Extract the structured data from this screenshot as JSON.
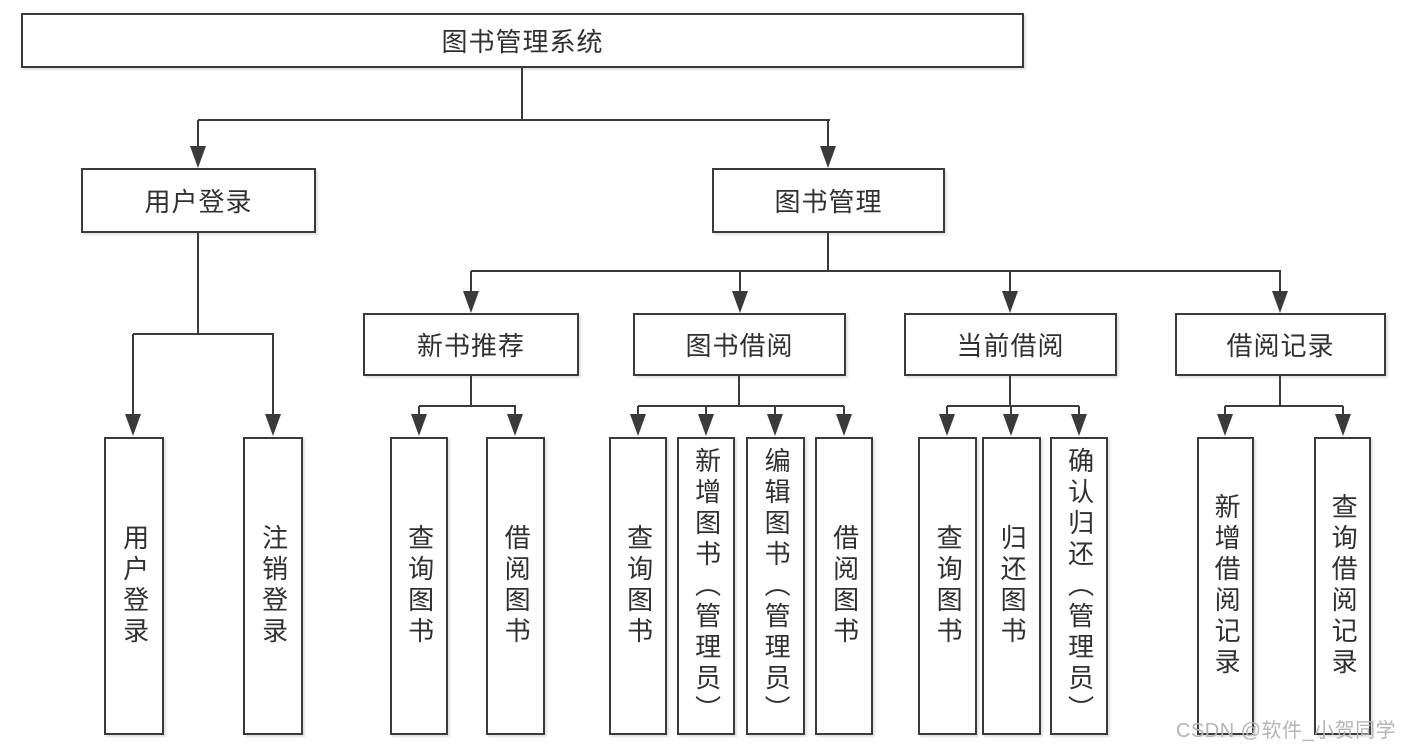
{
  "diagram": {
    "type": "hierarchy-tree",
    "root": {
      "label": "图书管理系统"
    },
    "branches": {
      "user_login": {
        "label": "用户登录",
        "children": {
          "login": "用户登录",
          "logout": "注销登录"
        }
      },
      "book_mgmt": {
        "label": "图书管理",
        "children": {
          "new_book_rec": {
            "label": "新书推荐",
            "children": {
              "query_books": "查询图书",
              "borrow_books": "借阅图书"
            }
          },
          "book_borrow": {
            "label": "图书借阅",
            "children": {
              "query_books": "查询图书",
              "add_books_admin": "新增图书（管理员）",
              "edit_books_admin": "编辑图书（管理员）",
              "borrow_books": "借阅图书"
            }
          },
          "current_borrow": {
            "label": "当前借阅",
            "children": {
              "query_books": "查询图书",
              "return_books": "归还图书",
              "confirm_return_admin": "确认归还（管理员）"
            }
          },
          "borrow_records": {
            "label": "借阅记录",
            "children": {
              "add_record": "新增借阅记录",
              "query_record": "查询借阅记录"
            }
          }
        }
      }
    },
    "watermark": "CSDN @软件_小贺同学",
    "colors": {
      "line": "#3a3a3a",
      "text": "#303030",
      "box_background": "#ffffff",
      "watermark": "#b5b5b5",
      "page_background": "#ffffff"
    }
  }
}
